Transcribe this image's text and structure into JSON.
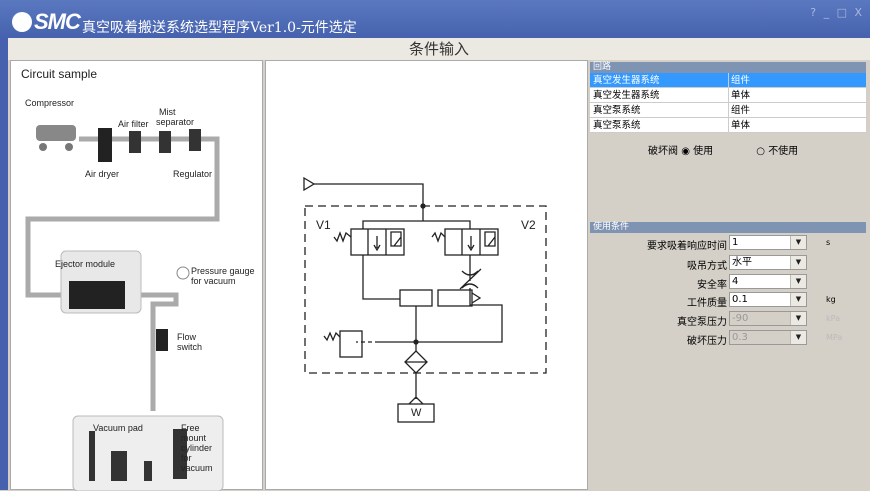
{
  "window": {
    "logo": "SMC",
    "title": "真空吸着搬送系统选型程序Ver1.0-元件选定",
    "controls": "? _ □ X"
  },
  "header": "条件输入",
  "circuit_sample": {
    "title": "Circuit sample",
    "labels": {
      "compressor": "Compressor",
      "air_filter": "Air filter",
      "mist": "Mist",
      "separator": "separator",
      "air_dryer": "Air dryer",
      "regulator": "Regulator",
      "ejector": "Ejector module",
      "gauge1": "Pressure gauge",
      "gauge2": "for vacuum",
      "flow1": "Flow",
      "flow2": "switch",
      "pad": "Vacuum pad",
      "free": [
        "Free",
        "mount",
        "cylinder",
        "for",
        "vacuum"
      ]
    }
  },
  "diagram": {
    "v1": "V1",
    "v2": "V2",
    "work": "W"
  },
  "circuit": {
    "header": "回路",
    "rows": [
      [
        "真空发生器系统",
        "组件"
      ],
      [
        "真空发生器系统",
        "单体"
      ],
      [
        "真空泵系统",
        "组件"
      ],
      [
        "真空泵系统",
        "单体"
      ]
    ],
    "selected": 0,
    "break_valve_label": "破坏阀",
    "use": "使用",
    "not_use": "不使用",
    "selected_option": "使用"
  },
  "conditions": {
    "header": "使用条件",
    "fields": [
      {
        "label": "要求吸着响应时间",
        "value": "1",
        "unit": "s",
        "enabled": true
      },
      {
        "label": "吸吊方式",
        "value": "水平",
        "unit": "",
        "enabled": true
      },
      {
        "label": "安全率",
        "value": "4",
        "unit": "",
        "enabled": true
      },
      {
        "label": "工件质量",
        "value": "0.1",
        "unit": "kg",
        "enabled": true
      },
      {
        "label": "真空泵压力",
        "value": "-90",
        "unit": "kPa",
        "enabled": false
      },
      {
        "label": "破坏压力",
        "value": "0.3",
        "unit": "MPa",
        "enabled": false
      }
    ]
  }
}
